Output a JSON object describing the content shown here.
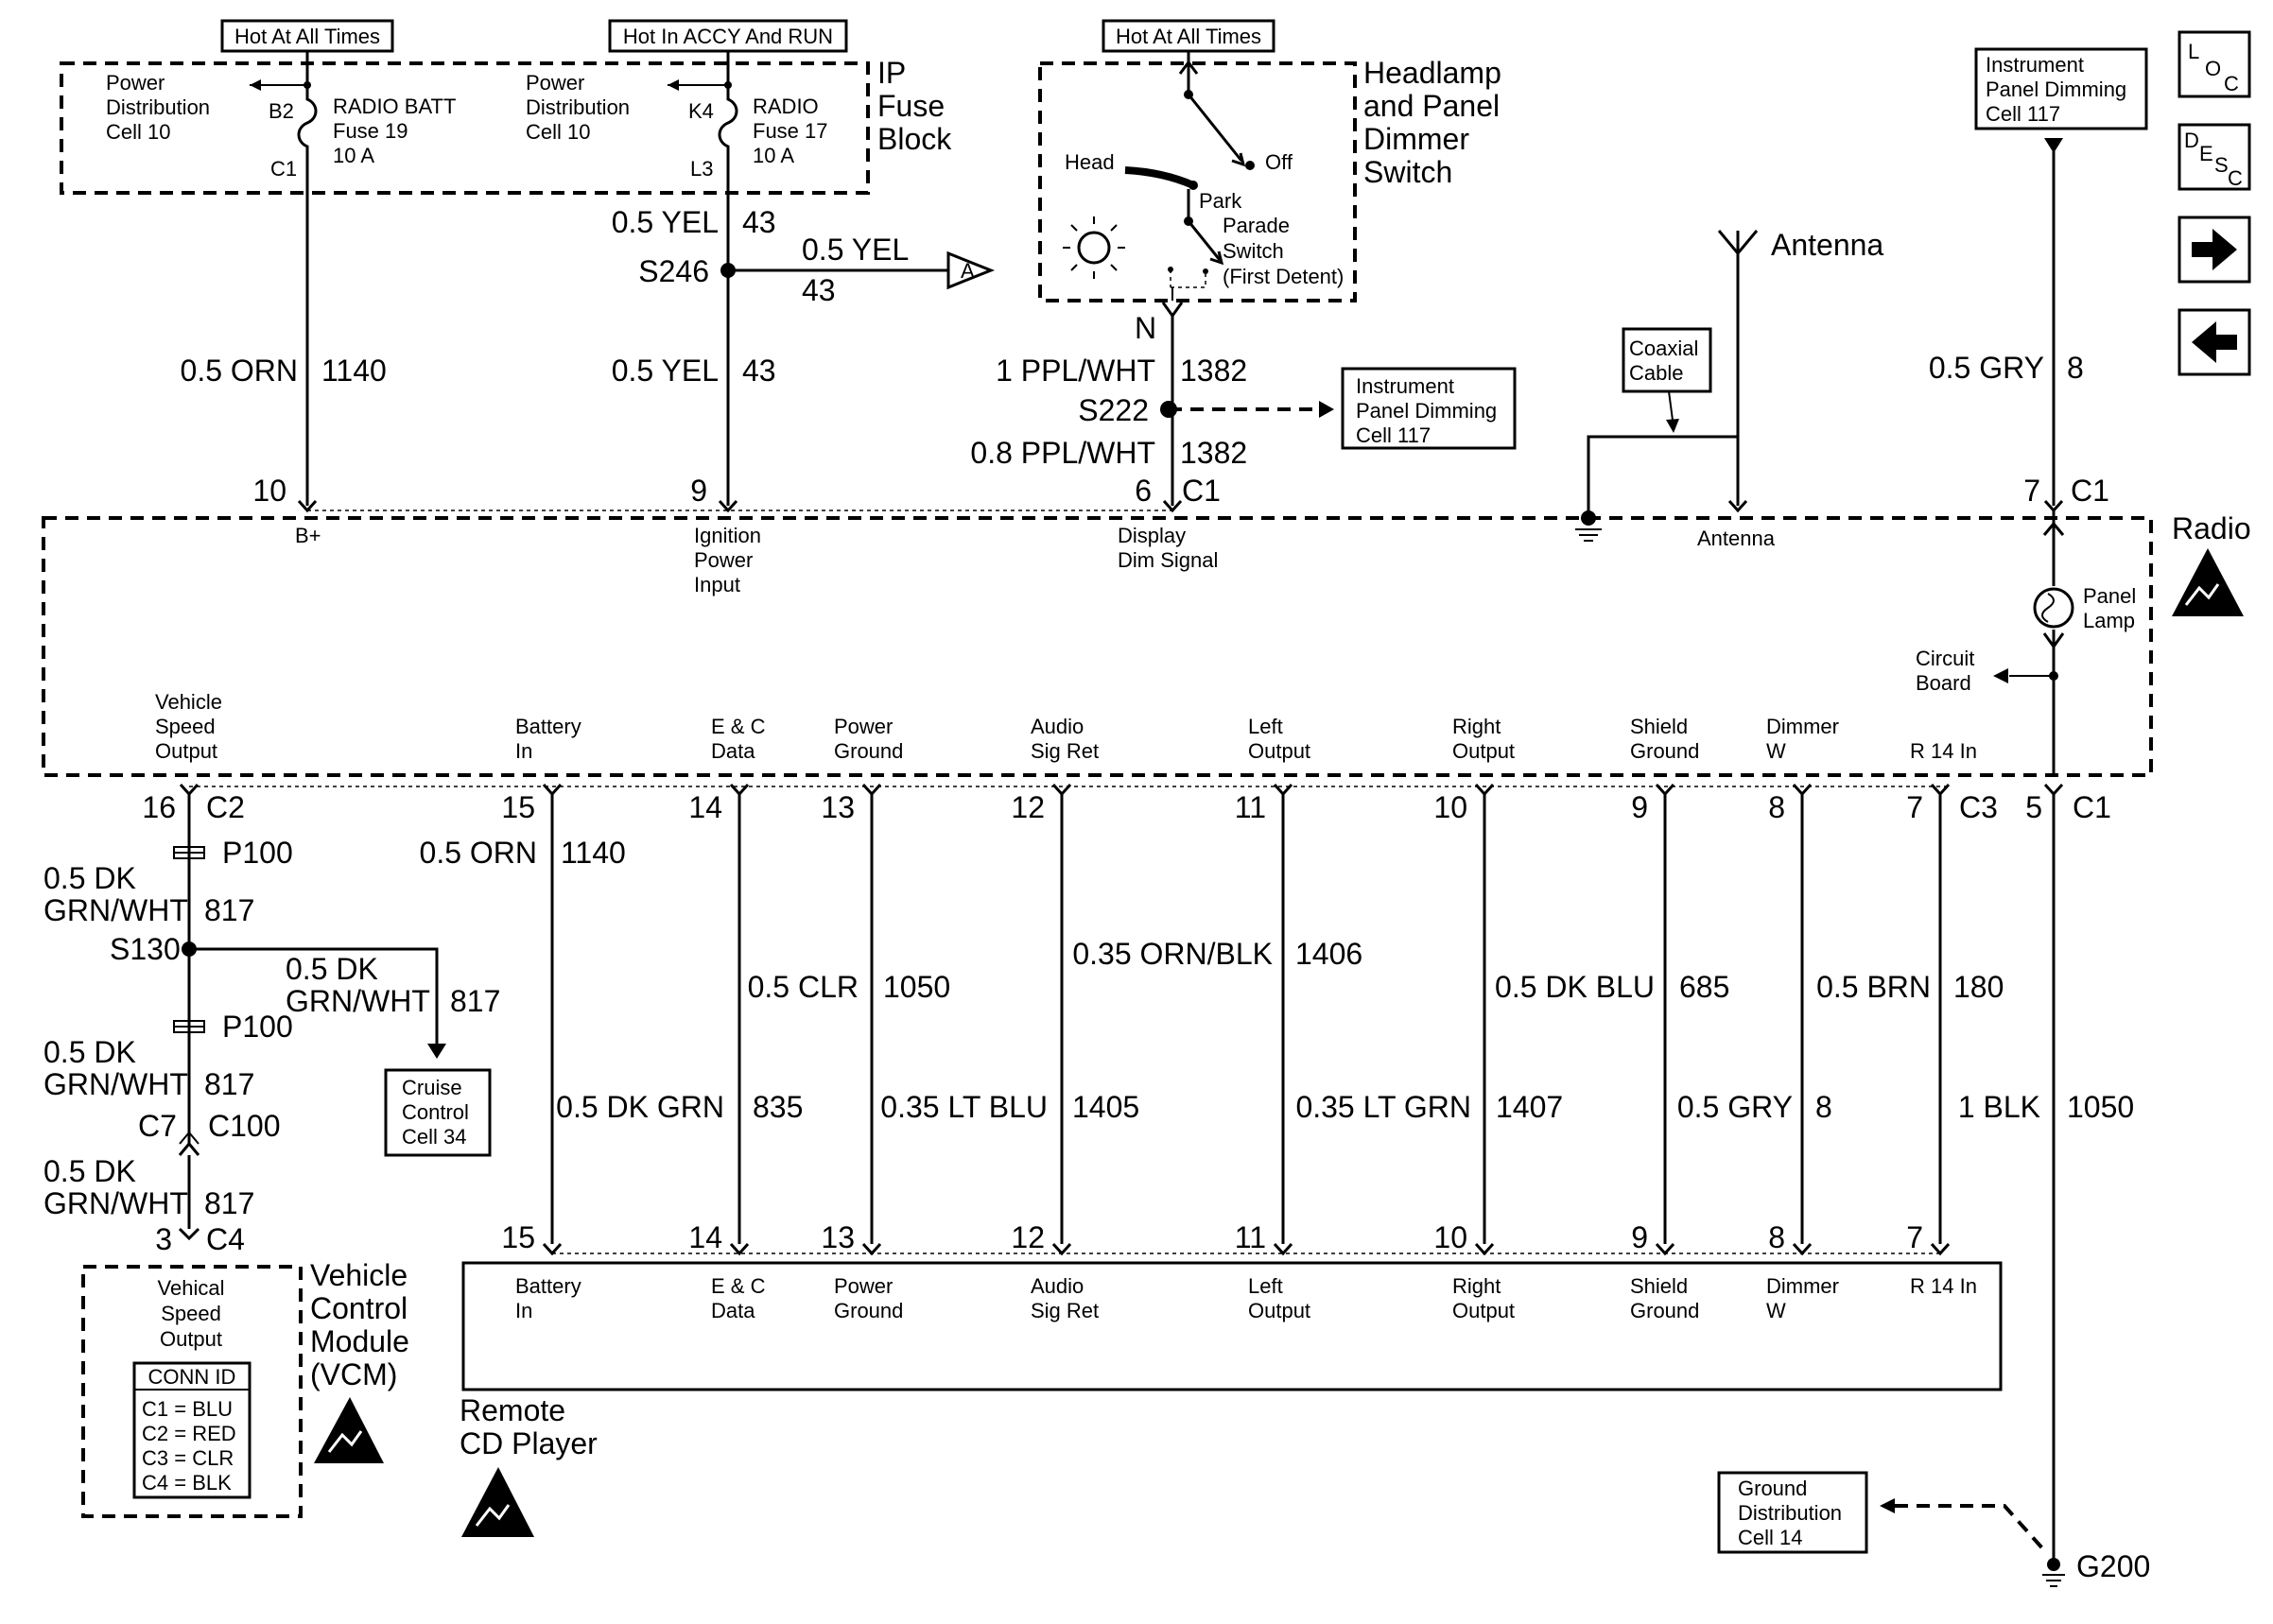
{
  "headers": {
    "hot_all_times": "Hot At All Times",
    "hot_accy_run": "Hot In ACCY And RUN",
    "hot_all_times_2": "Hot At All Times"
  },
  "fuse_block": {
    "title": [
      "IP",
      "Fuse",
      "Block"
    ],
    "left": {
      "ref": [
        "Power",
        "Distribution",
        "Cell 10"
      ],
      "pin_top": "B2",
      "pin_bottom": "C1",
      "fuse": [
        "RADIO BATT",
        "Fuse 19",
        "10 A"
      ]
    },
    "right": {
      "ref": [
        "Power",
        "Distribution",
        "Cell 10"
      ],
      "pin_top": "K4",
      "pin_bottom": "L3",
      "fuse": [
        "RADIO",
        "Fuse 17",
        "10 A"
      ]
    }
  },
  "switch": {
    "title": [
      "Headlamp",
      "and Panel",
      "Dimmer",
      "Switch"
    ],
    "head": "Head",
    "off": "Off",
    "park": "Park",
    "parade": [
      "Parade",
      "Switch",
      "(First Detent)"
    ],
    "pin": "N"
  },
  "wires": {
    "w1140_top": {
      "gauge": "0.5 ORN",
      "circuit": "1140"
    },
    "w43_a": {
      "gauge": "0.5 YEL",
      "circuit": "43"
    },
    "w43_b": {
      "gauge": "0.5 YEL",
      "circuit": "43"
    },
    "w43_c": {
      "gauge": "0.5 YEL",
      "circuit": "43"
    },
    "w1382_a": {
      "gauge": "1 PPL/WHT",
      "circuit": "1382"
    },
    "w1382_b": {
      "gauge": "0.8 PPL/WHT",
      "circuit": "1382"
    },
    "w8_top": {
      "gauge": "0.5 GRY",
      "circuit": "8"
    },
    "w817_a": {
      "gauge": [
        "0.5 DK",
        "GRN/WHT"
      ],
      "circuit": "817"
    },
    "w817_b": {
      "gauge": [
        "0.5 DK",
        "GRN/WHT"
      ],
      "circuit": "817"
    },
    "w817_c": {
      "gauge": [
        "0.5 DK",
        "GRN/WHT"
      ],
      "circuit": "817"
    },
    "w817_d": {
      "gauge": [
        "0.5 DK",
        "GRN/WHT"
      ],
      "circuit": "817"
    },
    "w1140_bot": {
      "gauge": "0.5 ORN",
      "circuit": "1140"
    },
    "w835": {
      "gauge": "0.5 DK GRN",
      "circuit": "835"
    },
    "w1050_clr": {
      "gauge": "0.5 CLR",
      "circuit": "1050"
    },
    "w1405": {
      "gauge": "0.35 LT BLU",
      "circuit": "1405"
    },
    "w1406": {
      "gauge": "0.35 ORN/BLK",
      "circuit": "1406"
    },
    "w1407": {
      "gauge": "0.35 LT GRN",
      "circuit": "1407"
    },
    "w685": {
      "gauge": "0.5 DK BLU",
      "circuit": "685"
    },
    "w8_bot": {
      "gauge": "0.5 GRY",
      "circuit": "8"
    },
    "w180": {
      "gauge": "0.5 BRN",
      "circuit": "180"
    },
    "w1050_blk": {
      "gauge": "1 BLK",
      "circuit": "1050"
    }
  },
  "splices": {
    "s246": "S246",
    "s222": "S222",
    "s130": "S130",
    "p100_a": "P100",
    "p100_b": "P100",
    "c7": "C7",
    "c100": "C100"
  },
  "offpage_a": "A",
  "refs": {
    "ipdim_top": [
      "Instrument",
      "Panel Dimming",
      "Cell 117"
    ],
    "ipdim_mid": [
      "Instrument",
      "Panel Dimming",
      "Cell 117"
    ],
    "coax": [
      "Coaxial",
      "Cable"
    ],
    "cruise": [
      "Cruise",
      "Control",
      "Cell 34"
    ],
    "ground_dist": [
      "Ground",
      "Distribution",
      "Cell 14"
    ]
  },
  "antenna": "Antenna",
  "radio": {
    "title": "Radio",
    "top_pins": {
      "p10": "10",
      "p9": "9",
      "p6": "6",
      "c1a": "C1",
      "p7": "7",
      "c1b": "C1"
    },
    "top_labels": {
      "bplus": "B+",
      "ign": [
        "Ignition",
        "Power",
        "Input"
      ],
      "disp": [
        "Display",
        "Dim Signal"
      ],
      "ant": "Antenna"
    },
    "panel_lamp": [
      "Panel",
      "Lamp"
    ],
    "circuit_board": [
      "Circuit",
      "Board"
    ],
    "bottom_labels": {
      "vso": [
        "Vehicle",
        "Speed",
        "Output"
      ],
      "batt": [
        "Battery",
        "In"
      ],
      "ec": [
        "E & C",
        "Data"
      ],
      "pg": [
        "Power",
        "Ground"
      ],
      "asr": [
        "Audio",
        "Sig Ret"
      ],
      "lo": [
        "Left",
        "Output"
      ],
      "ro": [
        "Right",
        "Output"
      ],
      "sg": [
        "Shield",
        "Ground"
      ],
      "dw": [
        "Dimmer",
        "W"
      ],
      "r14": "R 14 In"
    },
    "bottom_pins": {
      "p16": "16",
      "c2": "C2",
      "p15": "15",
      "p14": "14",
      "p13": "13",
      "p12": "12",
      "p11": "11",
      "p10": "10",
      "p9": "9",
      "p8": "8",
      "p7": "7",
      "c3": "C3",
      "p5": "5",
      "c1": "C1"
    }
  },
  "cd": {
    "title": [
      "Remote",
      "CD Player"
    ],
    "pins": {
      "p15": "15",
      "p14": "14",
      "p13": "13",
      "p12": "12",
      "p11": "11",
      "p10": "10",
      "p9": "9",
      "p8": "8",
      "p7": "7"
    },
    "labels": {
      "batt": [
        "Battery",
        "In"
      ],
      "ec": [
        "E & C",
        "Data"
      ],
      "pg": [
        "Power",
        "Ground"
      ],
      "asr": [
        "Audio",
        "Sig Ret"
      ],
      "lo": [
        "Left",
        "Output"
      ],
      "ro": [
        "Right",
        "Output"
      ],
      "sg": [
        "Shield",
        "Ground"
      ],
      "dw": [
        "Dimmer",
        "W"
      ],
      "r14": "R 14 In"
    }
  },
  "vcm": {
    "title": [
      "Vehicle",
      "Control",
      "Module",
      "(VCM)"
    ],
    "output": [
      "Vehical",
      "Speed",
      "Output"
    ],
    "pin": "3",
    "conn": "C4",
    "conn_id_title": "CONN ID",
    "conn_ids": [
      "C1 = BLU",
      "C2 = RED",
      "C3 = CLR",
      "C4 = BLK"
    ]
  },
  "ground": "G200",
  "nav": {
    "loc": [
      "L",
      "O",
      "C"
    ],
    "desc": [
      "D",
      "E",
      "S",
      "C"
    ]
  }
}
